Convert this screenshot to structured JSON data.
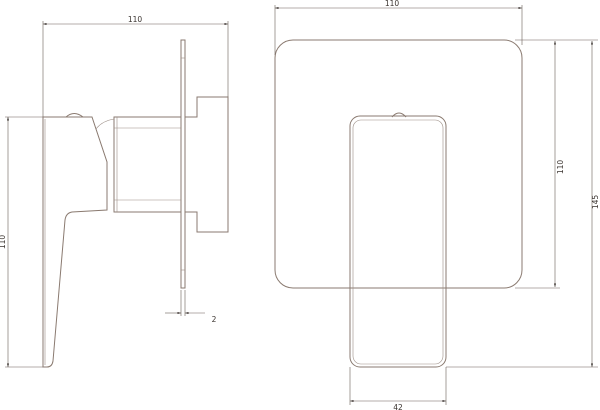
{
  "side_view": {
    "width_label": "110",
    "height_label": "110",
    "plate_thickness_label": "2"
  },
  "front_view": {
    "width_label": "110",
    "plate_height_label": "110",
    "total_height_label": "145",
    "handle_width_label": "42"
  },
  "colors": {
    "line": "#8a7a70",
    "dimension": "#3a332f"
  }
}
